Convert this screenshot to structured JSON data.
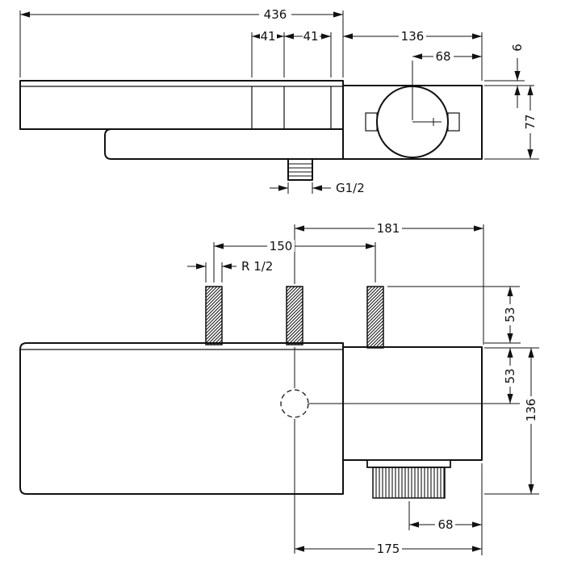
{
  "drawing": {
    "front_view": {
      "overall_width": "436",
      "panel_width_1": "41",
      "panel_width_2": "41",
      "control_box_width": "136",
      "handle_center_offset": "68",
      "top_edge_offset": "6",
      "control_box_height": "77",
      "outlet_thread": "G1/2"
    },
    "plan_view": {
      "center_to_right_edge": "181",
      "inlet_spacing": "150",
      "inlet_thread": "R 1/2",
      "inlet_stub_height": "53",
      "top_to_center_depth": "53",
      "body_depth": "136",
      "knob_center_offset": "68",
      "center_to_edge_bottom": "175"
    },
    "colors": {
      "line": "#111111",
      "background": "#ffffff"
    }
  }
}
